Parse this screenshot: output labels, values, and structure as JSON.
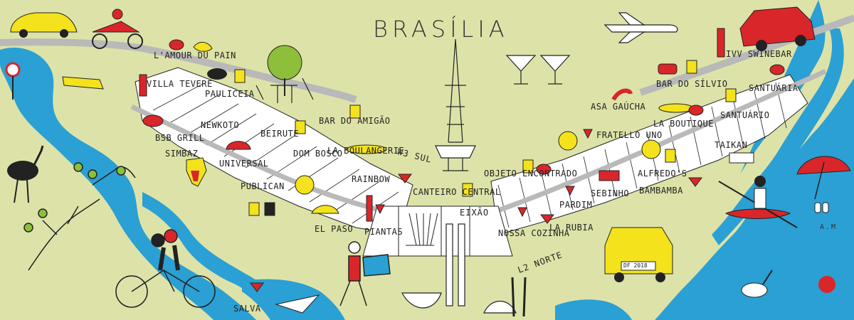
{
  "map_title": "BRASÍLIA",
  "colors": {
    "background": "#dde3a8",
    "water": "#2ba0d4",
    "road": "#b9b9b9",
    "block": "#ffffff",
    "accent_red": "#d9262b",
    "accent_yellow": "#f4e21c"
  },
  "roads": {
    "w3_sul": "W3 SUL",
    "eixao": "EIXÃO",
    "l2_norte": "L2 NORTE"
  },
  "places": {
    "lamour_du_pain": "L'AMOUR DU PAIN",
    "villa_tevere": "VILLA TEVERE",
    "pauliceia": "PAULICEIA",
    "bsb_grill": "BSB GRILL",
    "newkoto": "NEWKOTO",
    "beirute": "BEIRUTE",
    "bar_do_amigao": "BAR DO AMIGÃO",
    "simbaz": "SIMBAZ",
    "universal": "UNIVERSAL",
    "dom_bosco": "DOM BOSCO",
    "la_boulangerie": "LA BOULANGERIE",
    "publican": "PUBLICAN",
    "rainbow": "RAINBOW",
    "el_paso": "EL PASO",
    "piantas": "PIANTAS",
    "canteiro_central": "CANTEIRO CENTRAL",
    "salva": "SALVA",
    "objeto_encontrado": "OBJETO ENCONTRADO",
    "nossa_cozinha": "NOSSA COZINHA",
    "la_rubia": "LA RUBIA",
    "pardim": "PARDIM",
    "sebinho": "SEBINHO",
    "bambamba": "BAMBAMBA",
    "alfredos": "ALFREDO'S",
    "fratello_uno": "FRATELLO UNO",
    "asa_gaucha": "ASA GAÚCHA",
    "la_boutique": "LA BOUTIQUE",
    "taikan": "TAIKAN",
    "bar_do_silvio": "BAR DO SÍLVIO",
    "santuario_1": "SANTUÁRIA",
    "santuario_2": "SANTUÁRIO",
    "ivv_swinebar": "IVV SWINEBAR"
  },
  "car_plate": "DF 2018",
  "signature": "A.M"
}
